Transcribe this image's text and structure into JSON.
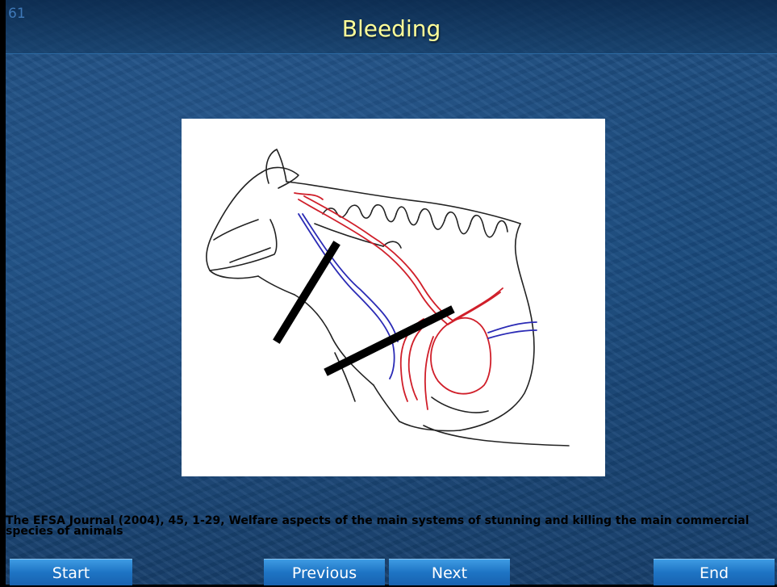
{
  "slide": {
    "number": "61",
    "title": "Bleeding",
    "citation": "The EFSA Journal (2004), 45, 1-29, Welfare aspects of the main systems of stunning and killing the main commercial species of animals"
  },
  "navigation": {
    "start_label": "Start",
    "previous_label": "Previous",
    "next_label": "Next",
    "end_label": "End"
  },
  "colors": {
    "title_text": "#ffff99",
    "artery": "#d01f2a",
    "vein": "#2a2ab5",
    "button": "#1e74c4"
  }
}
